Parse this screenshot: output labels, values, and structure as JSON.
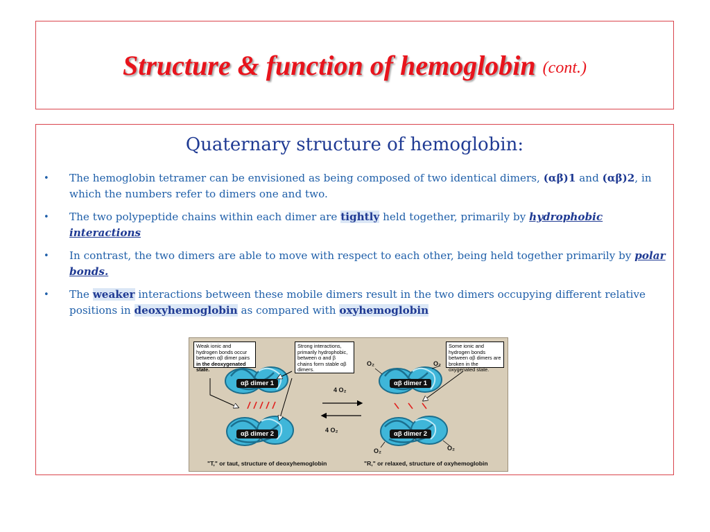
{
  "title": {
    "main": "Structure & function of hemoglobin",
    "cont": "(cont.)"
  },
  "subtitle": "Quaternary structure of hemoglobin:",
  "bullets": {
    "b1": {
      "t1": "The hemoglobin tetramer can be envisioned as being composed of two identical dimers, ",
      "k1": "(αβ)1",
      "t2": " and ",
      "k2": "(αβ)2",
      "t3": ", in which the numbers refer to dimers one and two."
    },
    "b2": {
      "t1": "The two polypeptide chains within each dimer are ",
      "k1": "tightly",
      "t2": " held together, primarily by ",
      "k2": "hydrophobic interactions"
    },
    "b3": {
      "t1": "In contrast, the two dimers are able to move with respect to each other, being held together primarily by ",
      "k1": "polar bonds."
    },
    "b4": {
      "t1": "The ",
      "k1": "weaker",
      "t2": " interactions between these mobile dimers result in the two dimers occupying different relative positions in ",
      "k2": "deoxyhemoglobin",
      "t3": " as compared with ",
      "k3": "oxyhemoglobin"
    }
  },
  "figure": {
    "callout_left": {
      "line1": "Weak ionic and hydrogen bonds occur between αβ dimer pairs",
      "line2": "in the deoxygenated state."
    },
    "callout_mid": "Strong interactions, primarily hydrophobic, between α and β chains form stable αβ dimers.",
    "callout_right": "Some ionic and hydrogen bonds between αβ dimers are broken in the oxygenated state.",
    "dimer1": "αβ dimer 1",
    "dimer2": "αβ dimer 2",
    "arrow_top": "4 O₂",
    "arrow_bottom": "4 O₂",
    "o2": "O₂",
    "caption_left": "\"T,\" or taut, structure of deoxyhemoglobin",
    "caption_right": "\"R,\" or relaxed, structure of oxyhemoglobin",
    "colors": {
      "protein": "#3fb6d9",
      "protein_dark": "#1b6f8e",
      "bond": "#e0201d",
      "background": "#d8cdb8"
    }
  }
}
